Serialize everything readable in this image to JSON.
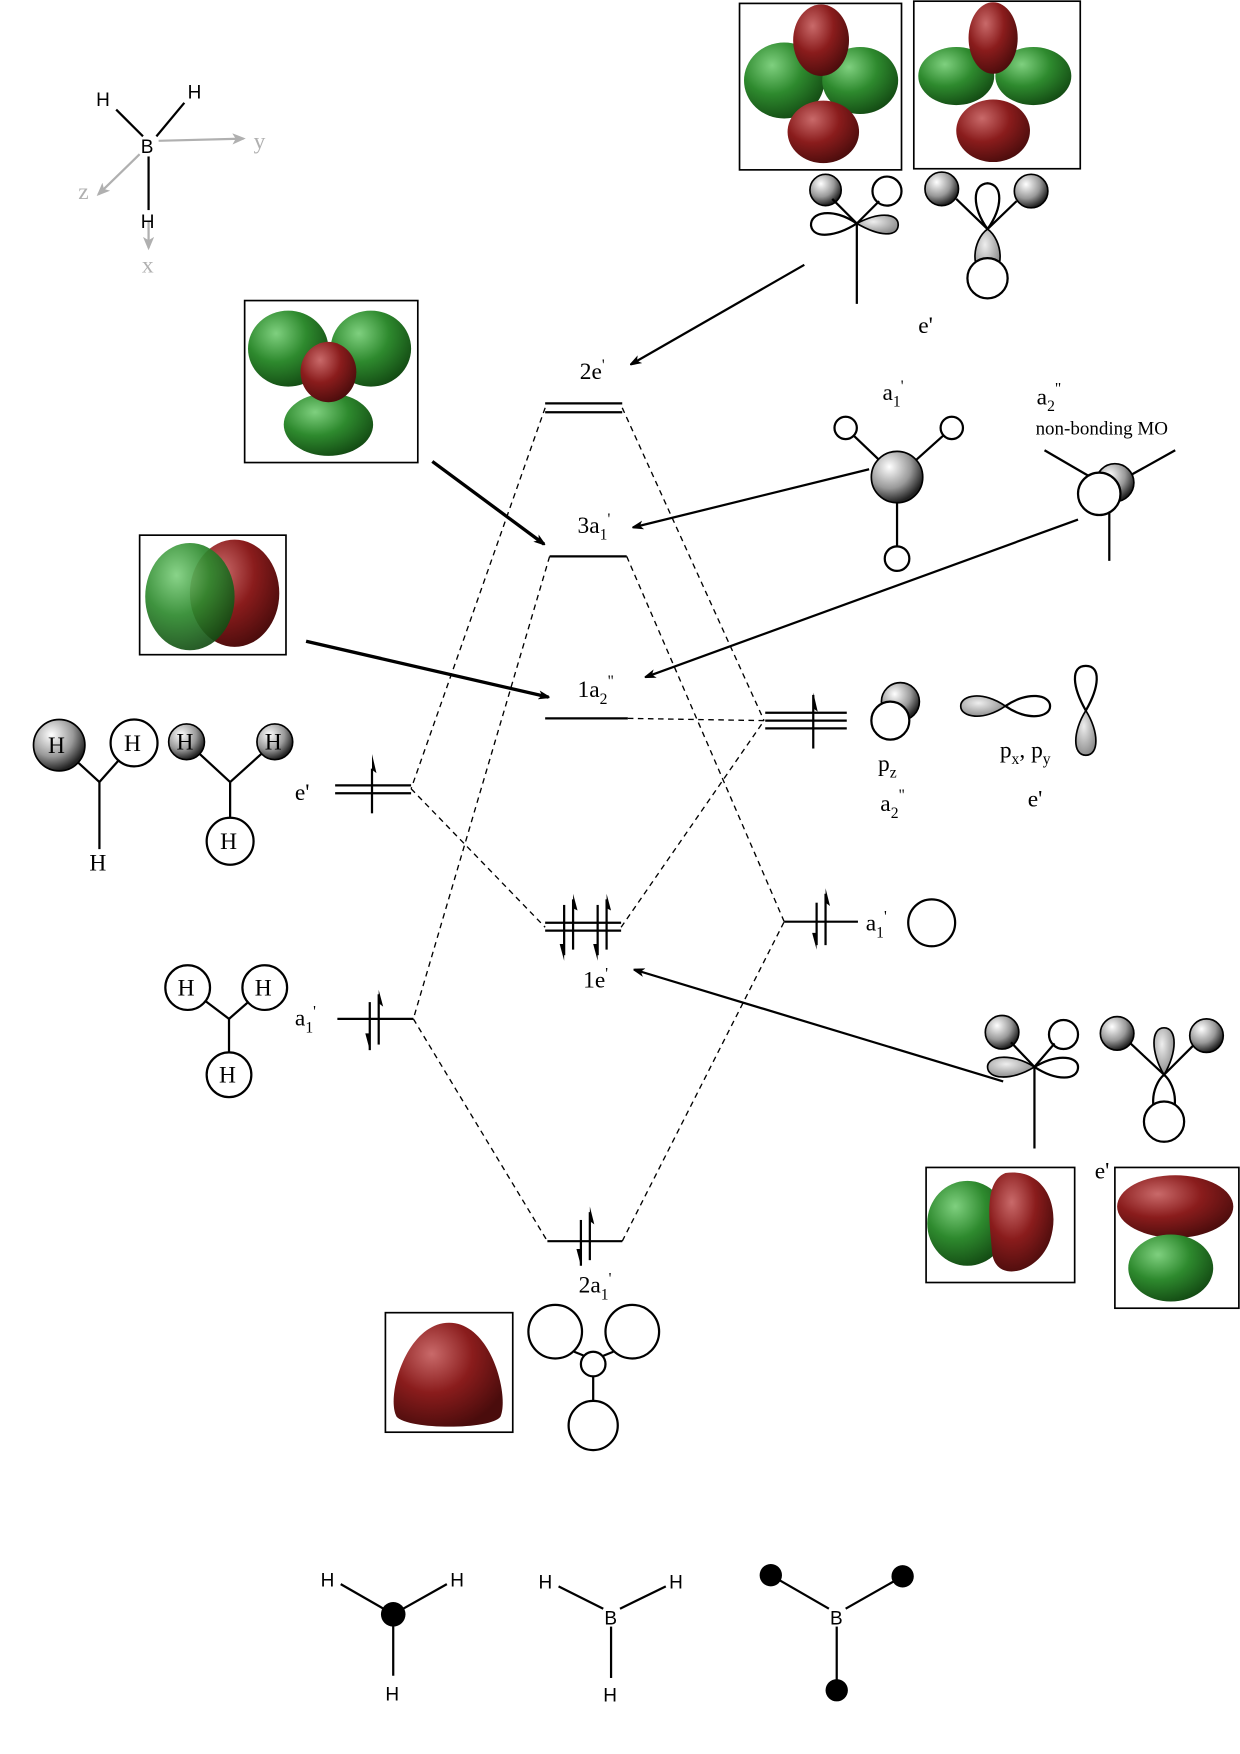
{
  "colors": {
    "phase_positive": "#8a1c1c",
    "phase_negative": "#2e8a2e",
    "axis_gray": "#b0b0b0"
  },
  "axes": {
    "B": "B",
    "H": "H",
    "x": "x",
    "y": "y",
    "z": "z"
  },
  "mo_levels": [
    {
      "main": "2e",
      "prime": "'"
    },
    {
      "main": "3a",
      "sub": "1",
      "prime": "'"
    },
    {
      "main": "1a",
      "sub": "2",
      "prime": "\""
    },
    {
      "main": "1e",
      "prime": "'"
    },
    {
      "main": "2a",
      "sub": "1",
      "prime": "'"
    }
  ],
  "boron_labels": {
    "top_e": "e'",
    "a1_main": "a",
    "a1_sub": "1",
    "a1_prime": "'",
    "a2_main": "a",
    "a2_sub": "2",
    "a2_prime": "\"",
    "nonbonding": "non-bonding MO",
    "pz_main": "p",
    "pz_sub": "z",
    "pz_sym_main": "a",
    "pz_sym_sub": "2",
    "pz_sym_prime": "\"",
    "pxpy_p1": "p",
    "pxpy_s1": "x",
    "pxpy_sep": ", ",
    "pxpy_p2": "p",
    "pxpy_s2": "y",
    "pxpy_sym": "e'",
    "s_main": "a",
    "s_sub": "1",
    "s_prime": "'",
    "bottom_e": "e'"
  },
  "h3_labels": {
    "e_sym": "e'",
    "a1_main": "a",
    "a1_sub": "1",
    "a1_prime": "'",
    "H": "H"
  },
  "bottom_structures": {
    "H": "H",
    "B": "B"
  }
}
